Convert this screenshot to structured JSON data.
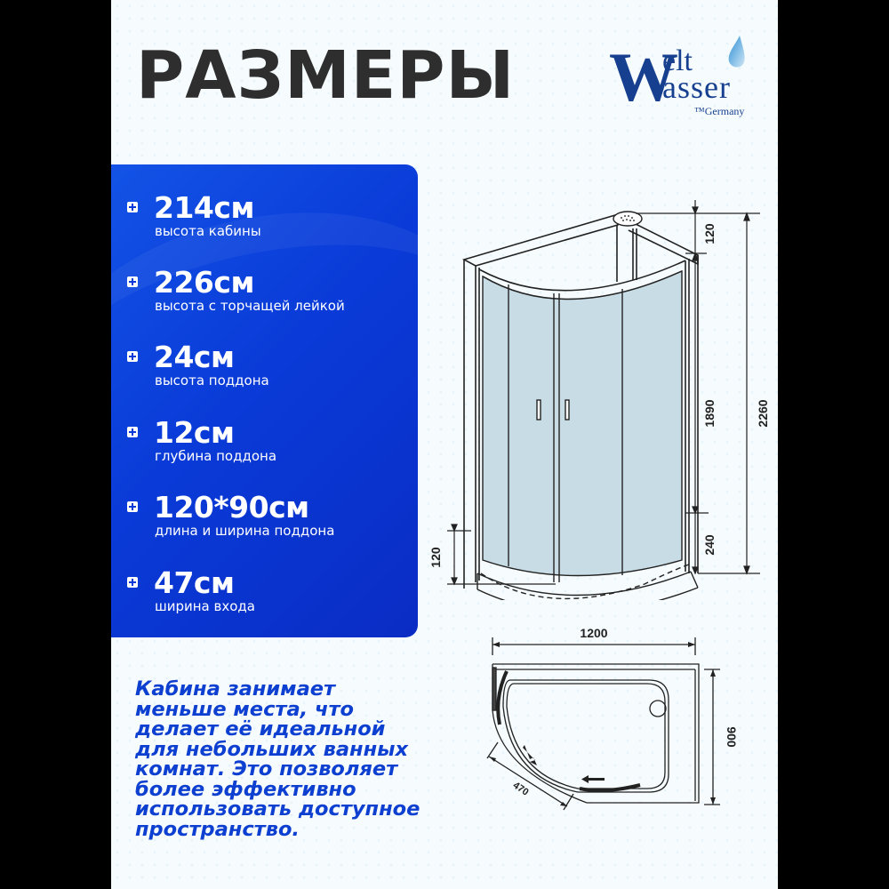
{
  "header": {
    "title": "РАЗМЕРЫ"
  },
  "logo": {
    "initial": "W",
    "line1": "elt",
    "line2": "asser",
    "tagline": "™Germany",
    "brand_color": "#16408f",
    "icon": "water-drop-icon"
  },
  "specs": [
    {
      "value": "214см",
      "label": "высота кабины",
      "icon": "plus-square-icon"
    },
    {
      "value": "226см",
      "label": "высота с торчащей лейкой",
      "icon": "plus-square-icon"
    },
    {
      "value": "24см",
      "label": "высота поддона",
      "icon": "plus-square-icon"
    },
    {
      "value": "12см",
      "label": "глубина поддона",
      "icon": "plus-square-icon"
    },
    {
      "value": "120*90см",
      "label": "длина и ширина поддона",
      "icon": "plus-square-icon"
    },
    {
      "value": "47см",
      "label": "ширина входа",
      "icon": "plus-square-icon"
    }
  ],
  "description": {
    "lines": [
      "Кабина занимает",
      "меньше места, что",
      "делает её идеальной",
      "для небольших ванных",
      "комнат. Это позволяет",
      "более эффективно",
      "использовать доступное",
      "пространство."
    ]
  },
  "front_drawing": {
    "dims": {
      "top_offset": "120",
      "glass_height": "1890",
      "total_height": "2260",
      "tray_height": "240",
      "tray_depth": "120"
    }
  },
  "plan_drawing": {
    "dims": {
      "length": "1200",
      "width": "900",
      "entrance": "470"
    }
  },
  "colors": {
    "panel_blue": "#0a3bd8",
    "text_blue": "#0d3fd0",
    "title_gray": "#2e2e2e",
    "glass": "#c8dce6"
  }
}
